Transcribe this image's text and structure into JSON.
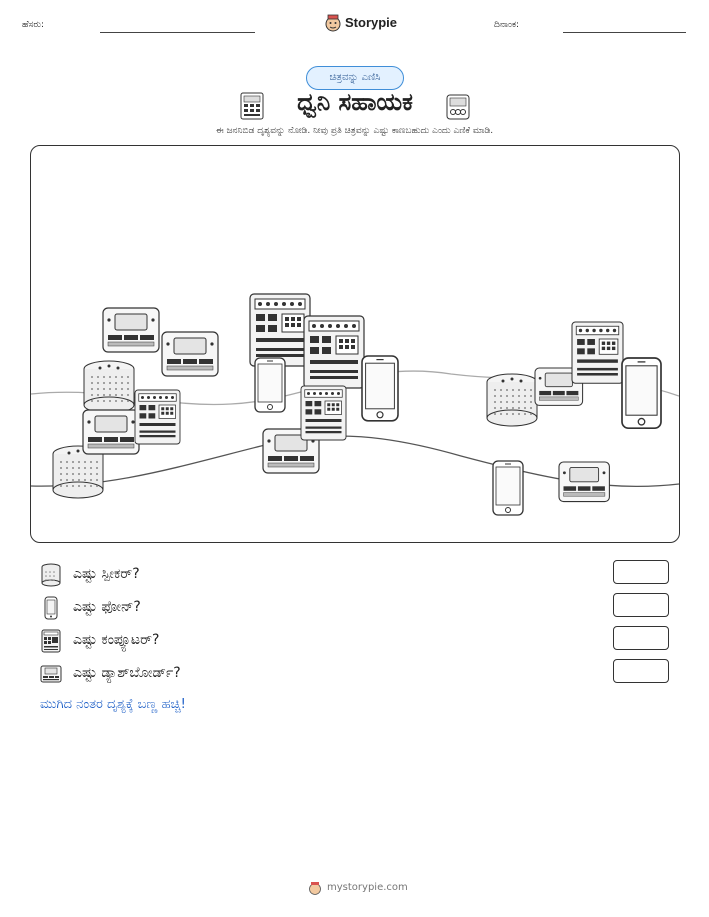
{
  "header": {
    "name_label": "ಹೆಸರು:",
    "date_label": "ದಿನಾಂಕ:",
    "brand": "Storypie"
  },
  "badge": "ಚಿತ್ರವನ್ನು ಎಣಿಸಿ",
  "title": "ಧ್ವನಿ ಸಹಾಯಕ",
  "subtitle": "ಈ ಜನನಿಬಿಡ ದೃಶ್ಯವನ್ನು ನೋಡಿ. ನೀವು ಪ್ರತಿ ಚಿತ್ರವನ್ನು ಎಷ್ಟು ಕಾಣಬಹುದು ಎಂದು ಎಣಿಕೆ ಮಾಡಿ.",
  "questions": [
    {
      "icon": "speaker-icon",
      "text": "ಎಷ್ಟು ಸ್ಪೀಕರ್?"
    },
    {
      "icon": "phone-icon",
      "text": "ಎಷ್ಟು ಫೋನ್?"
    },
    {
      "icon": "computer-icon",
      "text": "ಎಷ್ಟು ಕಂಪ್ಯೂಟರ್?"
    },
    {
      "icon": "dashboard-icon",
      "text": "ಎಷ್ಟು ಡ್ಯಾಶ್‌ಬೋರ್ಡ್?"
    }
  ],
  "closing": "ಮುಗಿದ ನಂತರ ದೃಶ್ಯಕ್ಕೆ ಬಣ್ಣ ಹಚ್ಚಿ!",
  "footer": "mystorypie.com",
  "colors": {
    "badge_border": "#3f8ed8",
    "badge_fill": "#e3f1ff",
    "closing_text": "#1d5fc7"
  }
}
